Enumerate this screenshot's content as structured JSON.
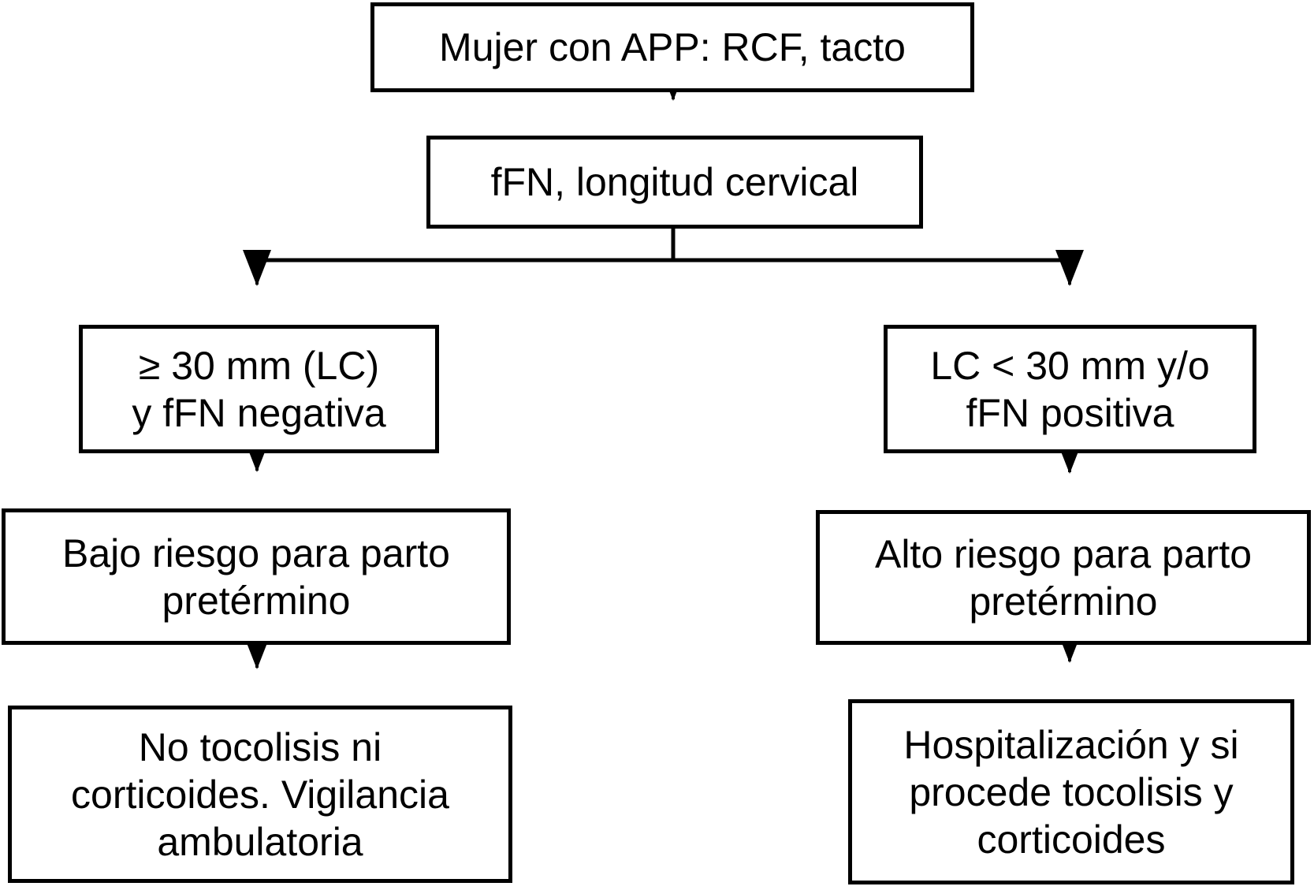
{
  "flowchart": {
    "language": "es",
    "nodes": [
      {
        "id": "start",
        "lines": [
          "Mujer con APP: RCF, tacto"
        ]
      },
      {
        "id": "tests",
        "lines": [
          "fFN, longitud cervical"
        ]
      },
      {
        "id": "negative-criteria",
        "lines": [
          "≥ 30 mm (LC)",
          "y fFN negativa"
        ]
      },
      {
        "id": "positive-criteria",
        "lines": [
          "LC < 30 mm y/o",
          "fFN positiva"
        ]
      },
      {
        "id": "low-risk",
        "lines": [
          "Bajo riesgo para parto",
          "pretérmino"
        ]
      },
      {
        "id": "high-risk",
        "lines": [
          "Alto riesgo para parto",
          "pretérmino"
        ]
      },
      {
        "id": "low-risk-management",
        "lines": [
          "No tocolisis ni",
          "corticoides. Vigilancia",
          "ambulatoria"
        ]
      },
      {
        "id": "high-risk-management",
        "lines": [
          "Hospitalización y si",
          "procede tocolisis y",
          "corticoides"
        ]
      }
    ],
    "connections": [
      {
        "from": "start",
        "to": "tests",
        "arrow": true
      },
      {
        "from": "tests",
        "to": "negative-criteria",
        "arrow": true
      },
      {
        "from": "tests",
        "to": "positive-criteria",
        "arrow": true
      },
      {
        "from": "negative-criteria",
        "to": "low-risk",
        "arrow": true
      },
      {
        "from": "positive-criteria",
        "to": "high-risk",
        "arrow": true
      },
      {
        "from": "low-risk",
        "to": "low-risk-management",
        "arrow": true
      },
      {
        "from": "high-risk",
        "to": "high-risk-management",
        "arrow": true
      }
    ],
    "colors": {
      "line": "#000000",
      "text": "#000000",
      "box_border": "#000000",
      "box_background": "#ffffff",
      "page_background": "#ffffff"
    }
  }
}
